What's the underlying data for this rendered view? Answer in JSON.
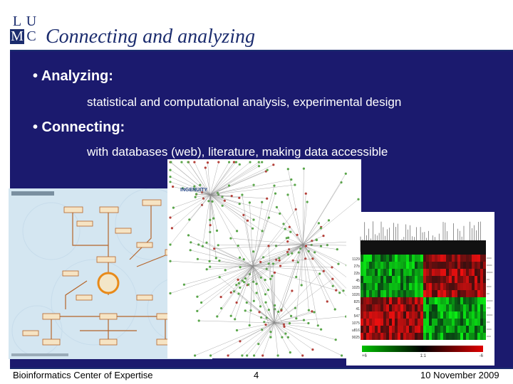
{
  "logo": {
    "l": "L",
    "u": "U",
    "m": "M",
    "c": "C"
  },
  "title": "Connecting and analyzing",
  "bullets": [
    {
      "heading": "• Analyzing:",
      "detail": "statistical and computational analysis, experimental design"
    },
    {
      "heading": "• Connecting:",
      "detail": "with databases (web), literature, making data accessible"
    }
  ],
  "footer": {
    "left": "Bioinformatics Center of Expertise",
    "center": "4",
    "right": "10 November 2009"
  },
  "pathway_image": {
    "header": ""
  },
  "network_image": {
    "brand": "INGENUITY"
  },
  "heatmap_image": {
    "row_labels": [
      "1129",
      "27b",
      "22b",
      "45",
      "1025",
      "1026",
      "825",
      "41",
      "547",
      "1075",
      "u816",
      "9025"
    ],
    "scale_labels": [
      "+6",
      "1:1",
      "-6"
    ]
  },
  "colors": {
    "navy": "#1b1a6e",
    "brand": "#1b2c6e"
  }
}
